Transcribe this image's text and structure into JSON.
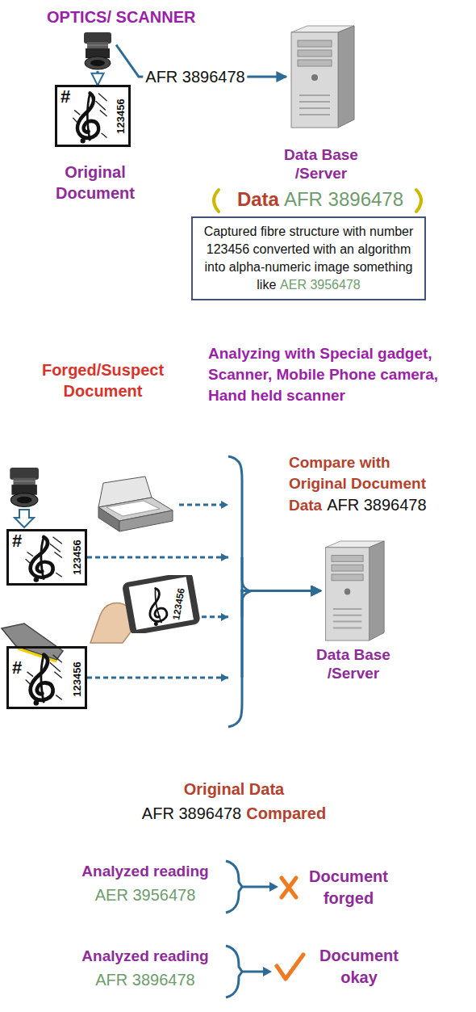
{
  "diagram": {
    "nodes": [
      {
        "text": [
          "OPTICS/ SCANNER"
        ]
      },
      {
        "text": [
          "#",
          "123456",
          "Original Document"
        ]
      },
      {
        "text": [
          "Data Base /Server"
        ]
      },
      {
        "text": [
          "Captured fibre structure with number 123456 converted with an algorithm into alpha-numeric image something like",
          "AER 3956478"
        ]
      },
      {
        "text": [
          "#",
          "123456"
        ]
      },
      {
        "text": [
          "123456"
        ]
      },
      {
        "text": [
          "#",
          "123456"
        ]
      },
      {
        "text": [
          "Data Base /Server"
        ]
      }
    ],
    "edges": [
      {
        "from": 0,
        "to": 1,
        "arrow": "to"
      },
      {
        "from": 0,
        "to": 2,
        "label": "AFR 3896478",
        "arrow": "to"
      },
      {
        "from": 4,
        "to": 7,
        "arrow": "to"
      },
      {
        "from": 5,
        "to": 7,
        "arrow": "to"
      },
      {
        "from": 6,
        "to": 7,
        "arrow": "to"
      }
    ],
    "labels": [
      "Data",
      "AFR 3896478",
      "Forged/Suspect Document",
      "Analyzing with Special gadget, Scanner, Mobile Phone camera, Hand held scanner",
      "Compare with Original Document Data",
      "AFR 3896478",
      "Original Data",
      "AFR 3896478",
      "Compared",
      "Analyzed reading",
      "AER 3956478",
      "Document forged",
      "Analyzed reading",
      "AFR 3896478",
      "Document okay"
    ]
  }
}
